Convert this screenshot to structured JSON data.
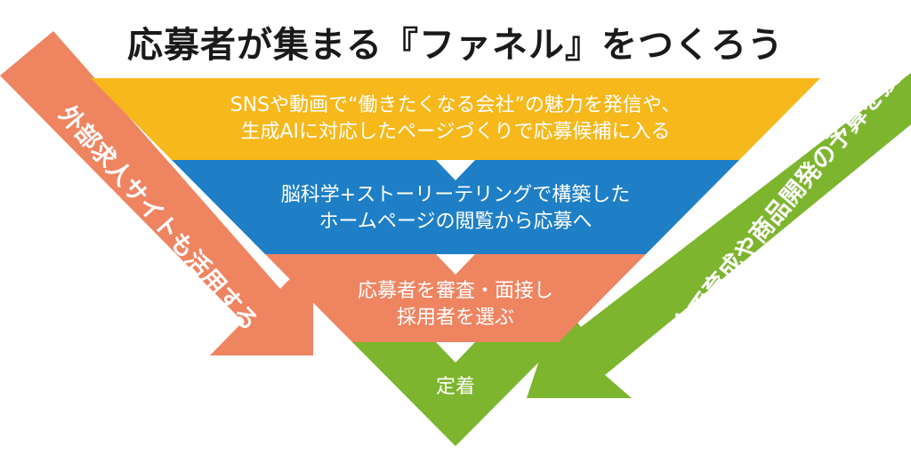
{
  "title": "応募者が集まる『ファネル』をつくろう",
  "funnel": {
    "tiers": [
      {
        "lines": [
          "SNSや動画で“働きたくなる会社”の魅力を発信や、",
          "生成AIに対応したページづくりで応募候補に入る"
        ],
        "color": "#F6B81A"
      },
      {
        "lines": [
          "脳科学+ストーリーテリングで構築した",
          "ホームページの閲覧から応募へ"
        ],
        "color": "#1E7FC6"
      },
      {
        "lines": [
          "応募者を審査・面接し",
          "採用者を選ぶ"
        ],
        "color": "#EF8461"
      },
      {
        "lines": [
          "定着"
        ],
        "color": "#7DB52E"
      }
    ]
  },
  "left_arrow": {
    "label": "外部求人サイトも活用する",
    "color": "#EF8461"
  },
  "right_arrow": {
    "label": "補助金で育成や商品開発の予算を獲得",
    "color": "#7DB52E"
  },
  "connector_color": "#FFFFFF"
}
